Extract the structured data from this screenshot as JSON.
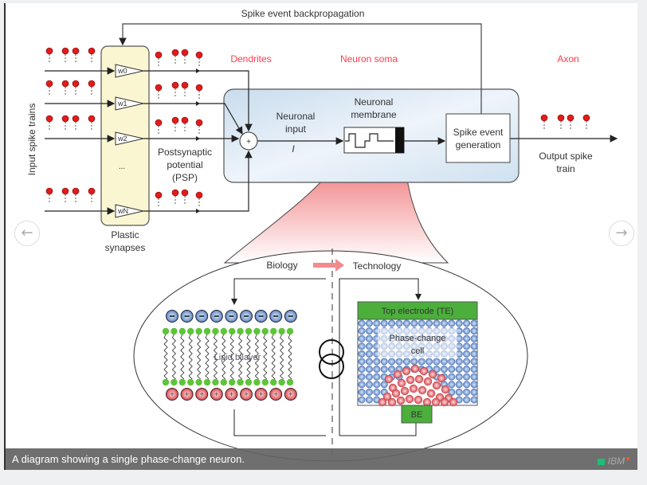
{
  "diagram": {
    "backprop": "Spike event backpropagation",
    "input_spike_trains": "Input spike trains",
    "dendrites": "Dendrites",
    "neuron_soma": "Neuron soma",
    "axon": "Axon",
    "weights": [
      "w0",
      "w1",
      "w2",
      "wN"
    ],
    "ellipsis": "...",
    "plastic_synapses": [
      "Plastic",
      "synapses"
    ],
    "psp": [
      "Postsynaptic",
      "potential",
      "(PSP)"
    ],
    "neuronal_input": [
      "Neuronal",
      "input"
    ],
    "input_symbol": "I",
    "sum_symbol": "+",
    "neuronal_membrane": [
      "Neuronal",
      "membrane"
    ],
    "spike_generation": [
      "Spike event",
      "generation"
    ],
    "output_spike_train": [
      "Output spike",
      "train"
    ],
    "biology": "Biology",
    "technology": "Technology",
    "lipid_bilayer": "Lipid bilayer",
    "top_electrode": "Top electrode (TE)",
    "phase_change_cell": [
      "Phase-change",
      "cell"
    ],
    "bottom_electrode": "BE",
    "colors": {
      "red_label": "#ff3b4a",
      "synapse_fill": "#fbf6d2",
      "soma_fill": "#d6e6f3",
      "electrode": "#4caf3c",
      "ion_neg": "#7fa6d8",
      "ion_pos": "#e4606a"
    }
  },
  "carousel": {
    "prev_icon": "arrow-left-icon",
    "next_icon": "arrow-right-icon",
    "prev_glyph": "←",
    "next_glyph": "→"
  },
  "caption": {
    "text": "A diagram showing a single phase-change neuron.",
    "credit": "IBM",
    "credit_icon": "camera-icon"
  }
}
